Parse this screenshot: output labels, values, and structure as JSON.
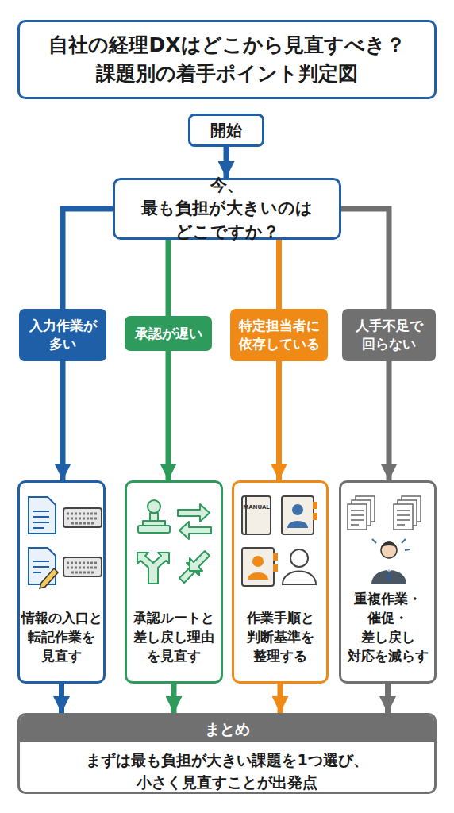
{
  "diagram": {
    "title": "自社の経理DXはどこから見直すべき？ 課題別の着手ポイント判定図",
    "nodes": [
      {
        "text": [
          "開始"
        ]
      },
      {
        "text": [
          "今、最も負担が大きいのは どこですか？"
        ]
      },
      {
        "text": [
          "入力作業が 多い"
        ]
      },
      {
        "text": [
          "承認が遅い"
        ]
      },
      {
        "text": [
          "特定担当者に 依存している"
        ]
      },
      {
        "text": [
          "人手不足で 回らない"
        ]
      },
      {
        "text": [
          "情報の入口と 転記作業を 見直す"
        ]
      },
      {
        "text": [
          "承認ルートと 差し戻し理由 を見直す"
        ]
      },
      {
        "text": [
          "作業手順と 判断基準を 整理する"
        ]
      },
      {
        "text": [
          "重複作業・ 催促・ 差し戻し 対応を減らす"
        ]
      },
      {
        "text": [
          "まとめ",
          "まずは最も負担が大きい課題を1つ選び、 小さく見直すことが出発点"
        ]
      }
    ],
    "edges": [
      {
        "from": 0,
        "to": 1,
        "arrow": "to"
      },
      {
        "from": 1,
        "to": 2,
        "arrow": "none"
      },
      {
        "from": 2,
        "to": 6,
        "arrow": "to"
      },
      {
        "from": 1,
        "to": 3,
        "arrow": "none"
      },
      {
        "from": 3,
        "to": 7,
        "arrow": "to"
      },
      {
        "from": 1,
        "to": 4,
        "arrow": "none"
      },
      {
        "from": 4,
        "to": 8,
        "arrow": "to"
      },
      {
        "from": 1,
        "to": 5,
        "arrow": "none"
      },
      {
        "from": 5,
        "to": 9,
        "arrow": "to"
      },
      {
        "from": 6,
        "to": 10,
        "arrow": "to"
      },
      {
        "from": 7,
        "to": 10,
        "arrow": "to"
      },
      {
        "from": 8,
        "to": 10,
        "arrow": "to"
      },
      {
        "from": 9,
        "to": 10,
        "arrow": "to"
      }
    ],
    "labels": [
      "MANUAL"
    ]
  }
}
